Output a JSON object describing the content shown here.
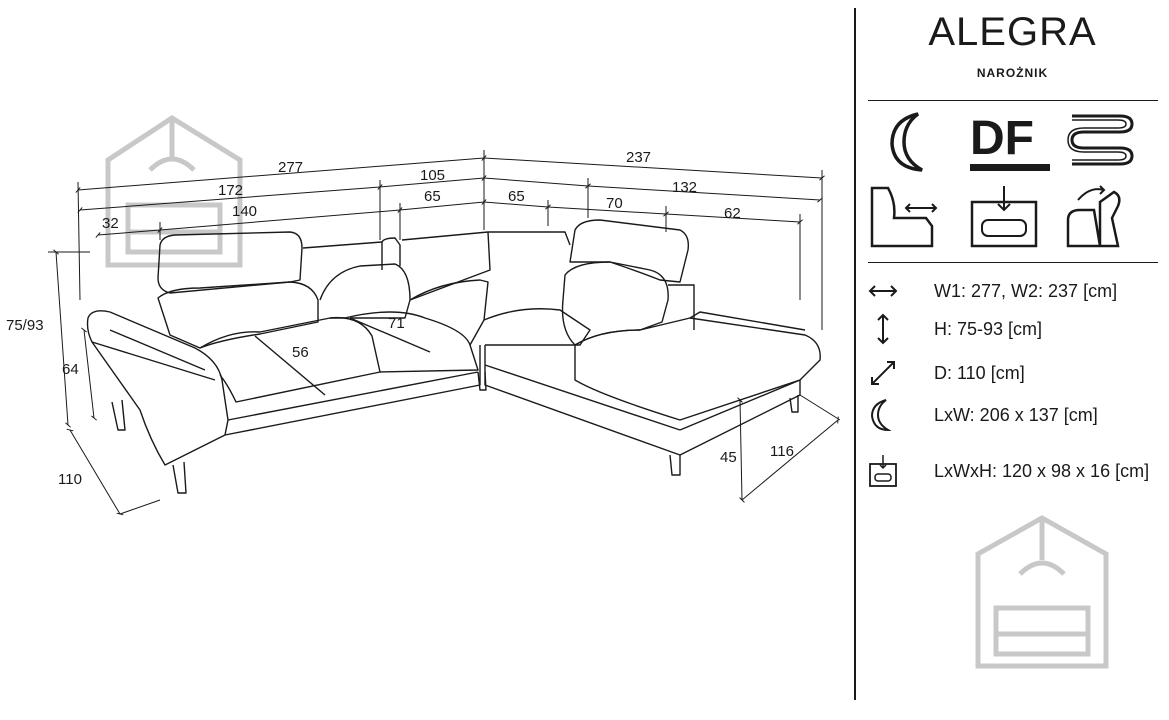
{
  "product": {
    "name": "ALEGRA",
    "type": "NAROŻNIK"
  },
  "dimensions": {
    "w_total_left": "277",
    "w_total_right": "237",
    "w_left_seat": "172",
    "w_corner": "105",
    "w_right_part": "132",
    "w_arm": "32",
    "w_left_cushions": "140",
    "w_corner_left": "65",
    "w_corner_right": "65",
    "w_back_right": "70",
    "w_chaise": "62",
    "h_total": "75/93",
    "h_arm": "64",
    "h_seat": "45",
    "d_left": "110",
    "d_chaise": "116",
    "seat_depth": "56",
    "seat_width": "71"
  },
  "features": {
    "sleep": "moon-icon",
    "df_label": "DF",
    "spring": "wave-spring-icon",
    "extend": "sofa-extend-icon",
    "storage": "storage-box-icon",
    "headrest": "adjustable-headrest-icon"
  },
  "specs": [
    {
      "icon": "width-arrow-icon",
      "text": "W1: 277, W2: 237 [cm]"
    },
    {
      "icon": "height-arrow-icon",
      "text": "H: 75-93 [cm]"
    },
    {
      "icon": "depth-arrow-icon",
      "text": "D: 110 [cm]"
    },
    {
      "icon": "sleep-area-icon",
      "text": "LxW: 206 x 137 [cm]"
    },
    {
      "icon": "storage-size-icon",
      "text": "LxWxH: 120 x 98 x 16 [cm]"
    }
  ],
  "colors": {
    "ink": "#1a1a1a",
    "watermark": "#c8c8c8"
  }
}
